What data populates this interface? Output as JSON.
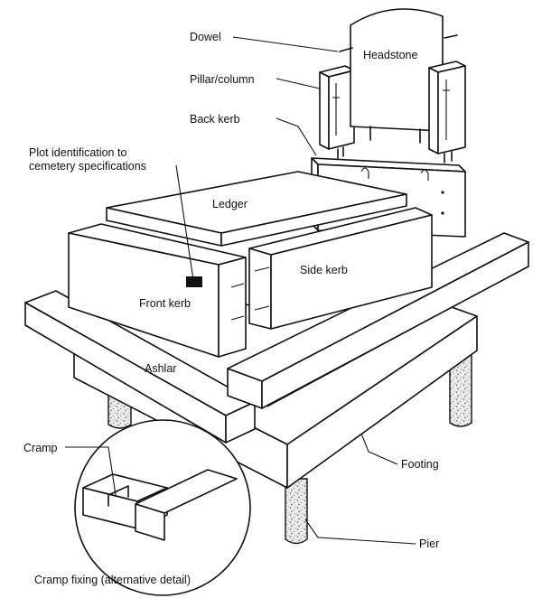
{
  "labels": {
    "dowel": "Dowel",
    "headstone": "Headstone",
    "pillar": "Pillar/column",
    "back_kerb": "Back kerb",
    "plot_id_1": "Plot identification to",
    "plot_id_2": "cemetery specifications",
    "ledger": "Ledger",
    "side_kerb": "Side kerb",
    "front_kerb": "Front kerb",
    "ashlar": "Ashlar",
    "cramp": "Cramp",
    "footing": "Footing",
    "pier": "Pier",
    "cramp_fixing": "Cramp fixing (alternative detail)"
  }
}
